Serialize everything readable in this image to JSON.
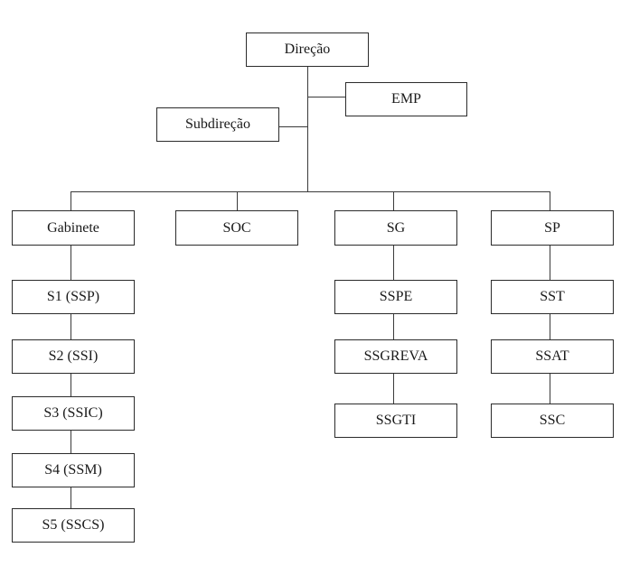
{
  "org_chart": {
    "top": "Direção",
    "staff_right": "EMP",
    "staff_left": "Subdireção",
    "branches": [
      {
        "label": "Gabinete",
        "children": [
          "S1 (SSP)",
          "S2 (SSI)",
          "S3 (SSIC)",
          "S4 (SSM)",
          "S5 (SSCS)"
        ]
      },
      {
        "label": "SOC",
        "children": []
      },
      {
        "label": "SG",
        "children": [
          "SSPE",
          "SSGREVA",
          "SSGTI"
        ]
      },
      {
        "label": "SP",
        "children": [
          "SST",
          "SSAT",
          "SSC"
        ]
      }
    ]
  },
  "colors": {
    "border": "#2b2b2b",
    "line": "#3a3a3a",
    "background": "#ffffff"
  }
}
